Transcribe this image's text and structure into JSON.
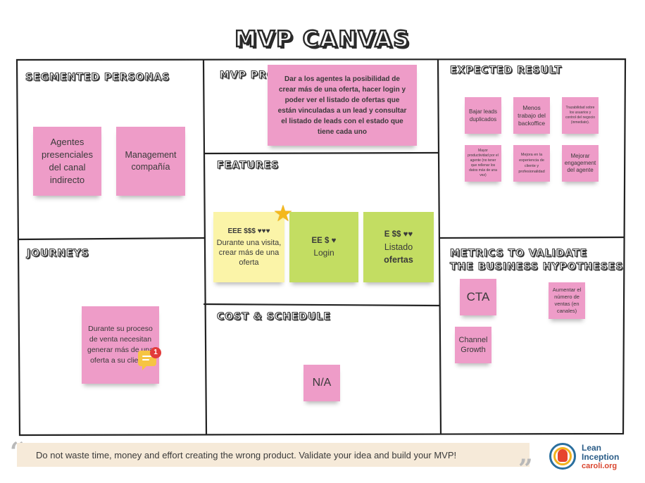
{
  "title": "MVP CANVAS",
  "sections": {
    "segmented_personas": "SEGMENTED PERSONAS",
    "mvp_proposal": "MVP PRO",
    "expected_result": "EXPECTED RESULT",
    "features": "FEATURES",
    "journeys": "JOURNEYS",
    "metrics_line1": "METRICS TO VALIDATE",
    "metrics_line2": "THE BUSINESS HYPOTHESES",
    "cost_schedule": "COST & SCHEDULE"
  },
  "notes": {
    "persona_1": "Agentes presenciales del canal indirecto",
    "persona_2": "Management compañía",
    "mvp_proposal": "Dar a los agentes la posibilidad de crear más de una oferta, hacer login y poder ver el listado de ofertas que están vinculadas a un lead y consultar el listado de leads con el estado que tiene cada uno",
    "result_1": "Bajar leads duplicados",
    "result_2": "Menos trabajo del backoffice",
    "result_3": "Trazabilidad sobre los usuarios y control del negocio (inmediato).",
    "result_4": "Mayor productividad por el agente (no tener que rellenar los datos más de una vez)",
    "result_5": "Mejora en la experiencia de cliente y profesionalidad",
    "result_6": "Mejorar engagement del agente",
    "feature_1_rating": "EEE $$$ ♥♥♥",
    "feature_1_text": "Durante una visita, crear más de una oferta",
    "feature_2_rating": "EE $ ♥",
    "feature_2_text": "Login",
    "feature_3_rating": "E $$ ♥♥",
    "feature_3_text_1": "Listado",
    "feature_3_text_2": "ofertas",
    "journey_1": "Durante su proceso de venta necesitan generar más de una oferta a su cliente.",
    "metric_1": "CTA",
    "metric_2": "Aumentar el número de ventas (en canales)",
    "metric_3": "Channel Growth",
    "cost_1": "N/A"
  },
  "icons": {
    "star": "star-icon",
    "comment": "comment-icon",
    "comment_count": "1"
  },
  "footer": {
    "message": "Do not waste time, money and effort creating the wrong product. Validate your idea and build your MVP!",
    "open_quote": "“",
    "close_quote": "”"
  },
  "logo": {
    "line1": "Lean",
    "line2": "Inception",
    "url": "caroli.org"
  },
  "colors": {
    "pink_note": "#ee9cc8",
    "yellow_note": "#fbf4a8",
    "green_note": "#c3dd62",
    "footer_bg": "#f6ead9"
  }
}
